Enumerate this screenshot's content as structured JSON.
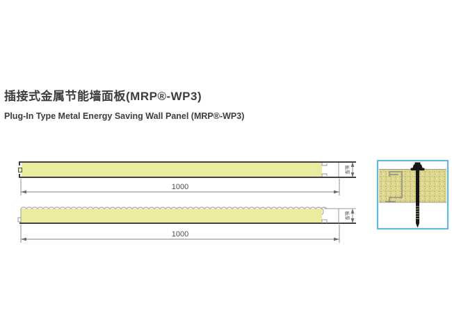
{
  "header": {
    "title_zh": "插接式金属节能墙面板(MRP®-WP3)",
    "title_en": "Plug-In Type Metal Energy Saving Wall Panel (MRP®-WP3)"
  },
  "panels": [
    {
      "name": "flat-face-wall-panel-section",
      "width_label": "1000",
      "thickness_label": "板厚"
    },
    {
      "name": "ribbed-face-wall-panel-section",
      "width_label": "1000",
      "thickness_label": "板厚"
    }
  ],
  "detail": {
    "name": "plug-in-joint-and-fastener-detail"
  },
  "colors": {
    "panel_fill": "#ebeca0",
    "panel_edge": "#26262b",
    "corrugation_gray": "#9a9a9a",
    "dim_line": "#808080",
    "dim_text": "#4d4d4d",
    "detail_border": "#63b7da",
    "insulation_base": "#ddd88e",
    "insulation_speckle_dark": "#b0aa5c",
    "insulation_speckle_light": "#f2f0c8",
    "profile_gray": "#8e8e8e",
    "screw_black": "#161616",
    "title_text": "#3d3d3d"
  }
}
